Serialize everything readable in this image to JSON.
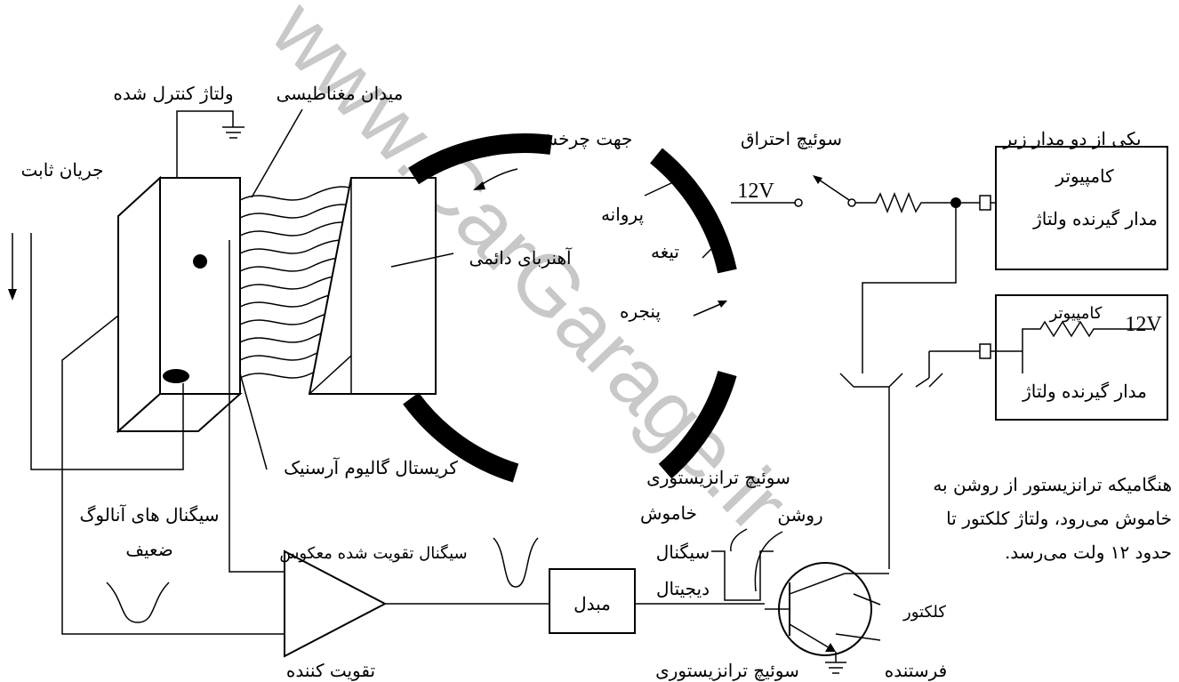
{
  "watermark": "www.CarGarage.ir",
  "labels": {
    "controlled_voltage": "ولتاژ کنترل شده",
    "magnetic_field": "میدان مغناطیسی",
    "rotation_direction": "جهت چرخش",
    "ignition_switch": "سوئیچ احتراق",
    "one_of_two": "یکی از دو مدار زیر",
    "constant_current": "جریان ثابت",
    "permanent_magnet": "آهنربای دائمی",
    "vane": "پروانه",
    "blade": "تیغه",
    "window": "پنجره",
    "v12_top": "12V",
    "v12_bottom": "12V",
    "computer_top": "کامپیوتر",
    "receiver_top": "مدار گیرنده ولتاژ",
    "computer_bottom": "کامپیوتر",
    "receiver_bottom": "مدار گیرنده ولتاژ",
    "gallium_crystal": "کریستال گالیوم آرسنیک",
    "weak_analog": "سیگنال های آنالوگ",
    "weak": "ضعیف",
    "amplified_inverted": "سیگنال تقویت شده معکوس",
    "transistor_switch_top": "سوئیچ ترانزیستوری",
    "on": "روشن",
    "off": "خاموش",
    "digital_signal_1": "سیگنال",
    "digital_signal_2": "دیجیتال",
    "converter": "مبدل",
    "amplifier": "تقویت کننده",
    "transistor_switch_bottom": "سوئیچ ترانزیستوری",
    "collector": "کلکتور",
    "emitter": "فرستنده",
    "note_line1": "هنگامیکه ترانزیستور از روشن به",
    "note_line2": "خاموش می‌رود، ولتاژ کلکتور تا",
    "note_line3": "حدود ۱۲ ولت می‌رسد."
  }
}
